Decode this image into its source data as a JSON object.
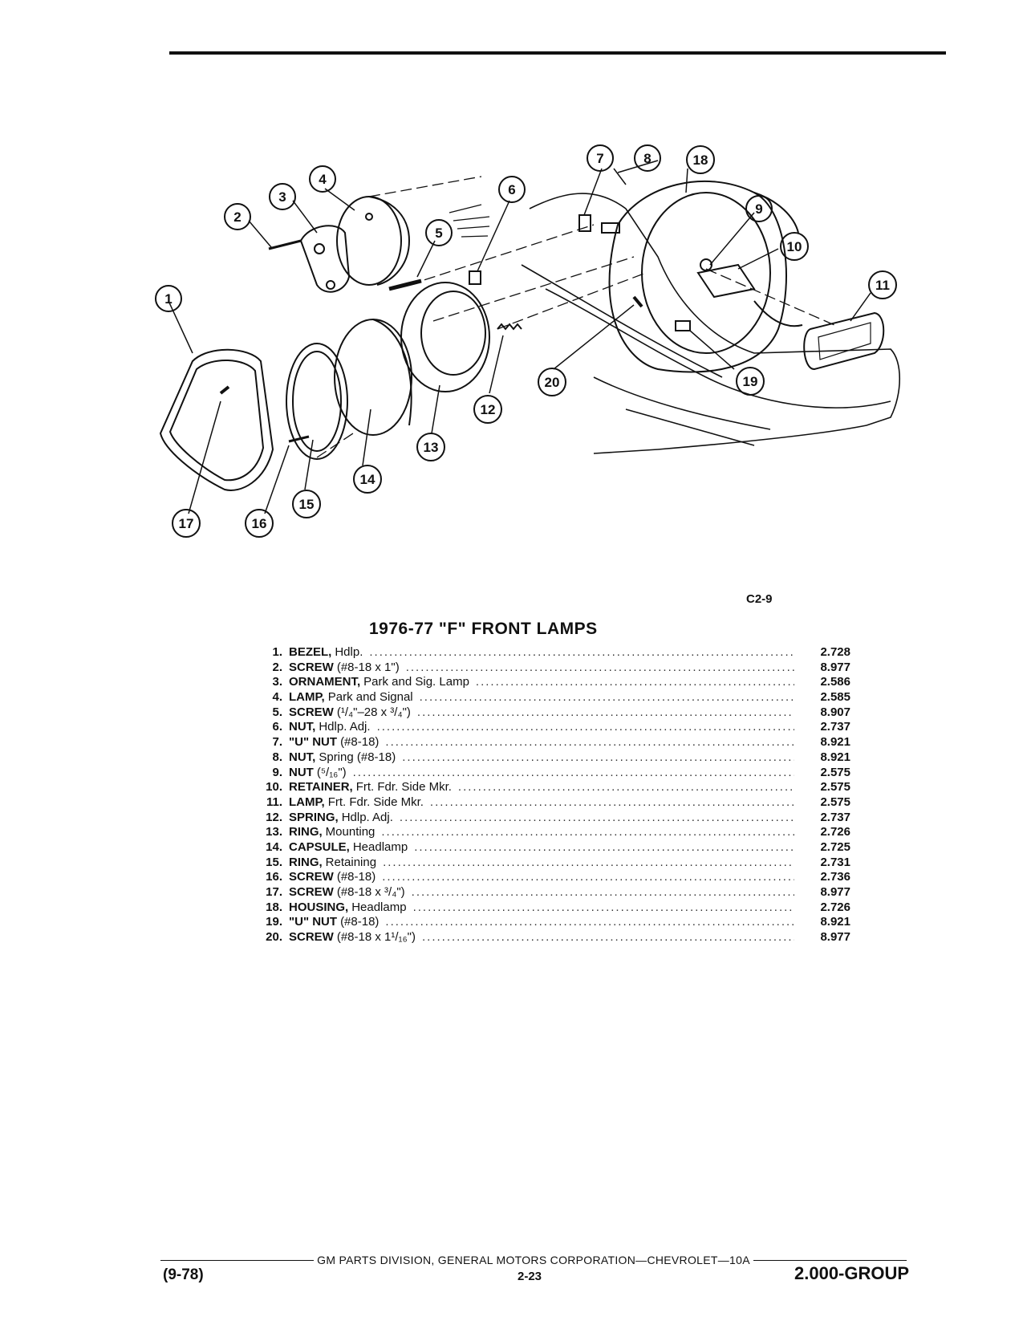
{
  "figure": {
    "id": "C2-9",
    "callouts": [
      "1",
      "2",
      "3",
      "4",
      "5",
      "6",
      "7",
      "8",
      "9",
      "10",
      "11",
      "12",
      "13",
      "14",
      "15",
      "16",
      "17",
      "18",
      "19",
      "20"
    ]
  },
  "parts_title": "1976-77 \"F\" FRONT LAMPS",
  "parts": [
    {
      "num": "1.",
      "name": "BEZEL,",
      "desc": "Hdlp.",
      "code": "2.728"
    },
    {
      "num": "2.",
      "name": "SCREW",
      "desc": "(#8-18 x 1\")",
      "code": "8.977"
    },
    {
      "num": "3.",
      "name": "ORNAMENT,",
      "desc": "Park and Sig. Lamp",
      "code": "2.586"
    },
    {
      "num": "4.",
      "name": "LAMP,",
      "desc": "Park and Signal",
      "code": "2.585"
    },
    {
      "num": "5.",
      "name": "SCREW",
      "desc": "(¹/₄\"–28 x ³/₄\")",
      "code": "8.907"
    },
    {
      "num": "6.",
      "name": "NUT,",
      "desc": "Hdlp. Adj.",
      "code": "2.737"
    },
    {
      "num": "7.",
      "name": "\"U\" NUT",
      "desc": "(#8-18)",
      "code": "8.921"
    },
    {
      "num": "8.",
      "name": "NUT,",
      "desc": "Spring (#8-18)",
      "code": "8.921"
    },
    {
      "num": "9.",
      "name": "NUT",
      "desc": "(⁵/₁₆\")",
      "code": "2.575"
    },
    {
      "num": "10.",
      "name": "RETAINER,",
      "desc": "Frt. Fdr. Side Mkr.",
      "code": "2.575"
    },
    {
      "num": "11.",
      "name": "LAMP,",
      "desc": "Frt. Fdr. Side Mkr.",
      "code": "2.575"
    },
    {
      "num": "12.",
      "name": "SPRING,",
      "desc": "Hdlp. Adj.",
      "code": "2.737"
    },
    {
      "num": "13.",
      "name": "RING,",
      "desc": "Mounting",
      "code": "2.726"
    },
    {
      "num": "14.",
      "name": "CAPSULE,",
      "desc": "Headlamp",
      "code": "2.725"
    },
    {
      "num": "15.",
      "name": "RING,",
      "desc": "Retaining",
      "code": "2.731"
    },
    {
      "num": "16.",
      "name": "SCREW",
      "desc": "(#8-18)",
      "code": "2.736"
    },
    {
      "num": "17.",
      "name": "SCREW",
      "desc": "(#8-18 x ³/₄\")",
      "code": "8.977"
    },
    {
      "num": "18.",
      "name": "HOUSING,",
      "desc": "Headlamp",
      "code": "2.726"
    },
    {
      "num": "19.",
      "name": "\"U\" NUT",
      "desc": "(#8-18)",
      "code": "8.921"
    },
    {
      "num": "20.",
      "name": "SCREW",
      "desc": "(#8-18 x 1¹/₁₆\")",
      "code": "8.977"
    }
  ],
  "footer": {
    "publisher": "GM PARTS DIVISION, GENERAL MOTORS CORPORATION—CHEVROLET—10A",
    "date": "(9-78)",
    "page": "2-23",
    "group": "2.000-GROUP"
  }
}
